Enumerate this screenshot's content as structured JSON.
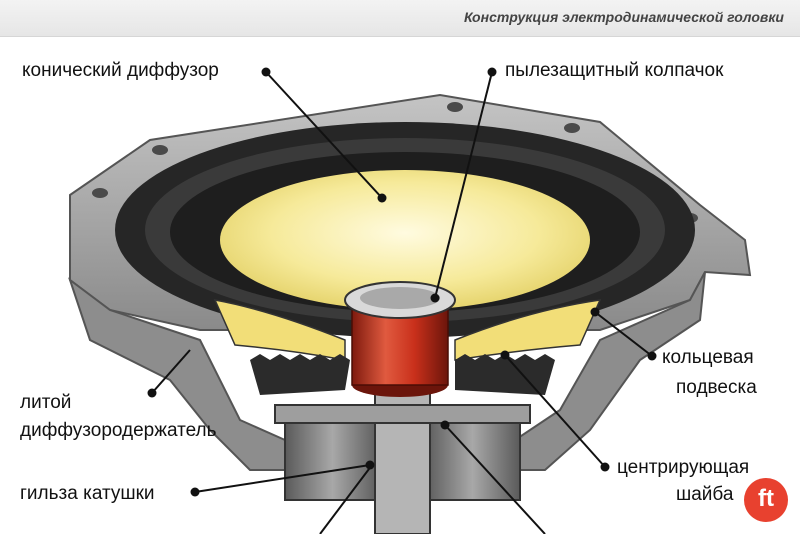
{
  "header": {
    "title": "Конструкция электродинамической головки"
  },
  "labels": {
    "cone": "конический диффузор",
    "dust_cap": "пылезащитный колпачок",
    "surround_line1": "кольцевая",
    "surround_line2": "подвеска",
    "basket_line1": "литой",
    "basket_line2": "диффузородержатель",
    "spider_line1": "центрирующая",
    "spider_line2": "шайба",
    "former": "гильза катушки"
  },
  "watermark": {
    "text": "ft"
  },
  "colors": {
    "metal": "#9a9a9a",
    "metal_dark": "#6e6e6e",
    "rubber": "#262626",
    "cone_yellow": "#f6ea9a",
    "coil_red": "#c9301b",
    "watermark": "#e8412f"
  }
}
